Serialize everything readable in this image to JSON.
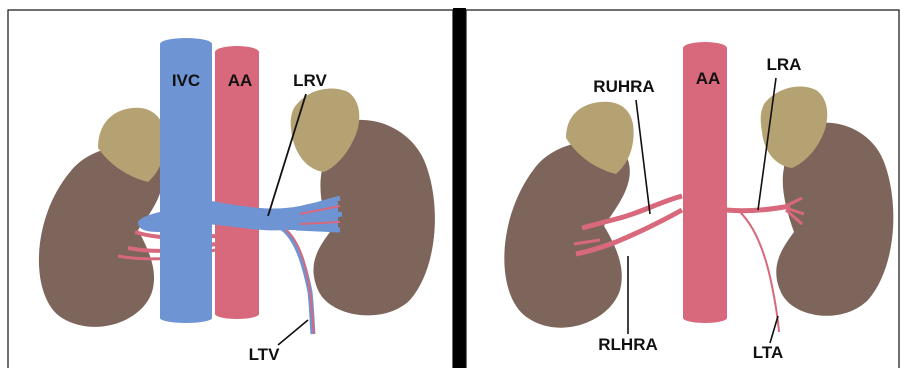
{
  "colors": {
    "kidney": "#7d655b",
    "adrenal": "#b5a273",
    "artery": "#d8697c",
    "vein": "#6f94d3",
    "frame": "#111111",
    "divider": "#000000",
    "background": "#ffffff"
  },
  "left_panel": {
    "labels": {
      "ivc": "IVC",
      "aa": "AA",
      "lrv": "LRV",
      "ltv": "LTV"
    }
  },
  "right_panel": {
    "labels": {
      "aa": "AA",
      "ruhra": "RUHRA",
      "lra": "LRA",
      "rlhra": "RLHRA",
      "lta": "LTA"
    }
  }
}
